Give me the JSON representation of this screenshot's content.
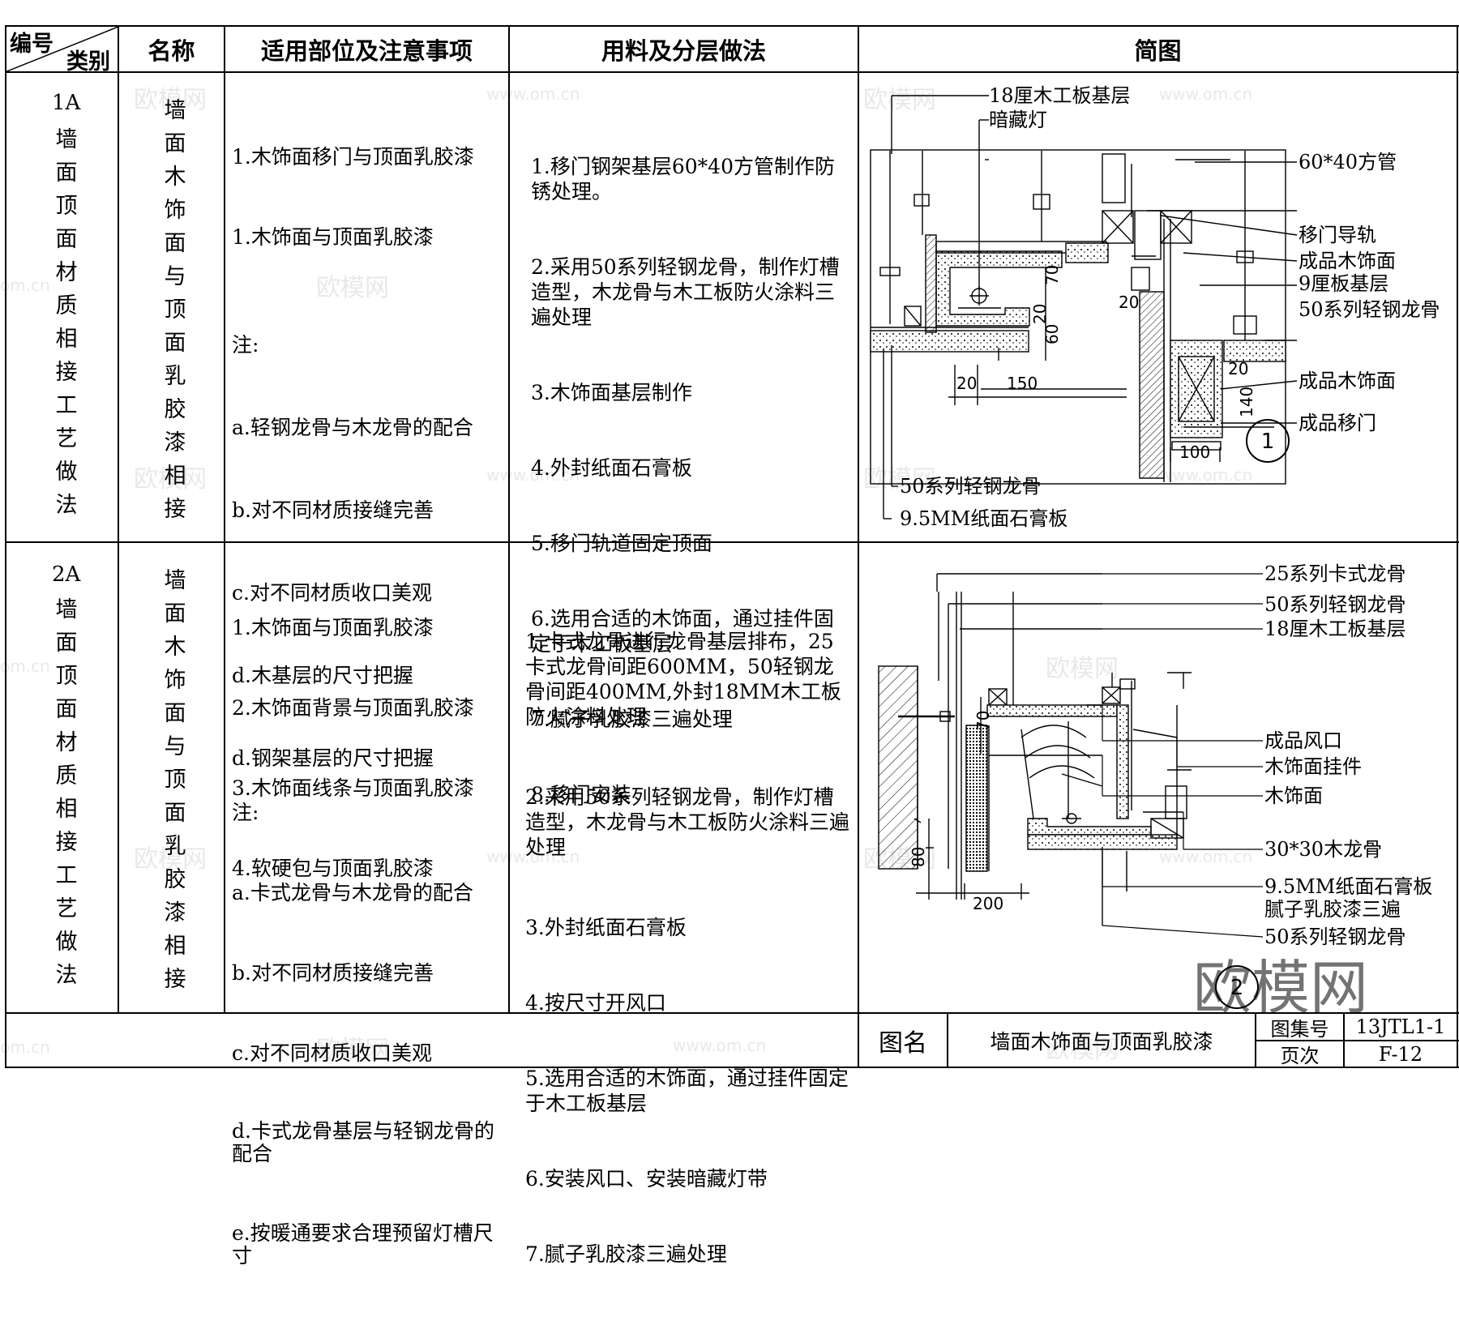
{
  "header": {
    "number": "编号",
    "category": "类别",
    "name": "名称",
    "scope": "适用部位及注意事项",
    "materials": "用料及分层做法",
    "sketch": "简图"
  },
  "rows": [
    {
      "code": "1A",
      "category": "墙面顶面材质相接工艺做法",
      "name": "墙面木饰面与顶面乳胶漆相接",
      "scope": [
        "1.木饰面移门与顶面乳胶漆",
        "1.木饰面与顶面乳胶漆"
      ],
      "note_label": "注:",
      "notes": [
        "a.轻钢龙骨与木龙骨的配合",
        "b.对不同材质接缝完善",
        "c.对不同材质收口美观",
        "d.木基层的尺寸把握",
        "d.钢架基层的尺寸把握"
      ],
      "materials": [
        "1.移门钢架基层60*40方管制作防锈处理。",
        "2.采用50系列轻钢龙骨，制作灯槽造型，木龙骨与木工板防火涂料三遍处理",
        "3.木饰面基层制作",
        "4.外封纸面石膏板",
        "5.移门轨道固定顶面",
        "6.选用合适的木饰面，通过挂件固定于木工板基层",
        "7.腻子乳胶漆三遍处理",
        "8.移门安装"
      ],
      "detail_no": "1"
    },
    {
      "code": "2A",
      "category": "墙面顶面材质相接工艺做法",
      "name": "墙面木饰面与顶面乳胶漆相接",
      "scope": [
        "1.木饰面与顶面乳胶漆",
        "2.木饰面背景与顶面乳胶漆",
        "3.木饰面线条与顶面乳胶漆",
        "4.软硬包与顶面乳胶漆"
      ],
      "note_label": "注:",
      "notes": [
        "a.卡式龙骨与木龙骨的配合",
        "b.对不同材质接缝完善",
        "c.对不同材质收口美观",
        "d.卡式龙骨基层与轻钢龙骨的配合",
        "e.按暖通要求合理预留灯槽尺寸"
      ],
      "materials": [
        "1.卡式龙骨进行龙骨基层排布，25卡式龙骨间距600MM，50轻钢龙骨间距400MM,外封18MM木工板防火涂料处理",
        "2.采用50系列轻钢龙骨，制作灯槽造型，木龙骨与木工板防火涂料三遍处理",
        "3.外封纸面石膏板",
        "4.按尺寸开风口",
        "5.选用合适的木饰面，通过挂件固定于木工板基层",
        "6.安装风口、安装暗藏灯带",
        "7.腻子乳胶漆三遍处理"
      ],
      "detail_no": "2"
    }
  ],
  "drawing1": {
    "labels": [
      "18厘木工板基层",
      "暗藏灯",
      "60*40方管",
      "移门导轨",
      "成品木饰面",
      "9厘板基层",
      "50系列轻钢龙骨",
      "成品木饰面",
      "成品移门",
      "50系列轻钢龙骨",
      "9.5MM纸面石膏板"
    ],
    "dims": [
      "70",
      "20",
      "60",
      "20",
      "20",
      "150",
      "20",
      "140",
      "100"
    ]
  },
  "drawing2": {
    "labels": [
      "25系列卡式龙骨",
      "50系列轻钢龙骨",
      "18厘木工板基层",
      "成品风口",
      "木饰面挂件",
      "木饰面",
      "30*30木龙骨",
      "9.5MM纸面石膏板",
      "腻子乳胶漆三遍",
      "50系列轻钢龙骨"
    ],
    "dims": [
      "70",
      "80",
      "200"
    ]
  },
  "footer": {
    "drawing_name_label": "图名",
    "drawing_name": "墙面木饰面与顶面乳胶漆",
    "atlas_label": "图集号",
    "atlas_no": "13JTL1-1",
    "page_label": "页次",
    "page_no": "F-12"
  },
  "watermark": {
    "brand": "欧模网",
    "url": "www.om.cn",
    "fragment": "om.cn"
  }
}
